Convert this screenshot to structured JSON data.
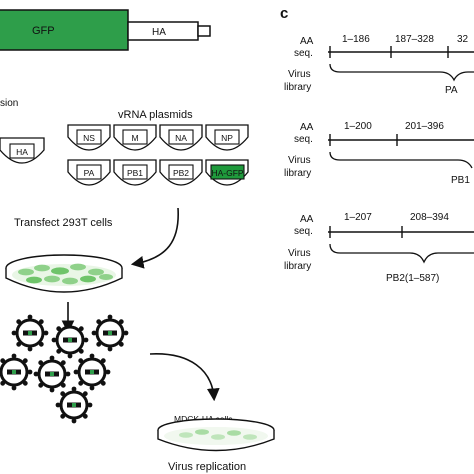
{
  "construct": {
    "gfp_label": "GFP",
    "ha_label": "HA"
  },
  "left": {
    "partial_label": "sion",
    "expression_ha_label": "HA",
    "vrna_title": "vRNA plasmids",
    "plasmids": [
      "NS",
      "M",
      "NA",
      "NP",
      "PA",
      "PB1",
      "PB2",
      "HA-GFP"
    ],
    "transfect_label": "Transfect 293T cells",
    "mdck_label": "MDCK-HA cells",
    "replication_label": "Virus replication"
  },
  "panel_c": {
    "panel_label": "c",
    "row_label_aa": [
      "AA",
      "seq."
    ],
    "row_label_lib": [
      "Virus",
      "library"
    ],
    "rows": [
      {
        "segments": [
          "1–186",
          "187–328",
          "32"
        ],
        "library_label": "PA"
      },
      {
        "segments": [
          "1–200",
          "201–396"
        ],
        "library_label": "PB1"
      },
      {
        "segments": [
          "1–207",
          "208–394"
        ],
        "library_label": "PB2(1–587)"
      }
    ]
  },
  "colors": {
    "gfp_green": "#2e9e4a",
    "cell_green": "#8fd18a",
    "highlight_green": "#1f9a3c"
  }
}
